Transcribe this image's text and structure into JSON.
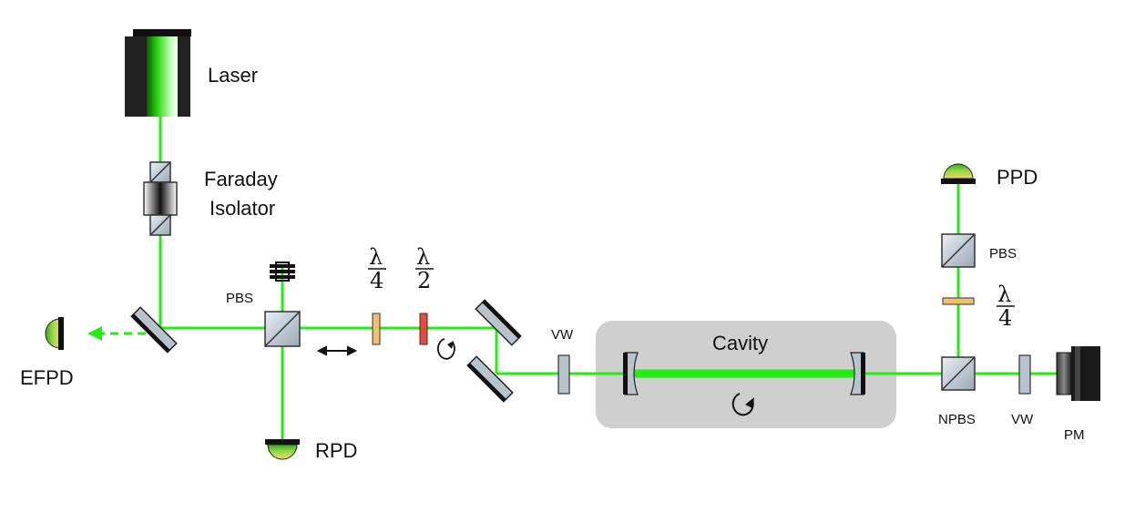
{
  "diagram": {
    "labels": {
      "laser": "Laser",
      "faraday_line1": "Faraday",
      "faraday_line2": "Isolator",
      "efpd": "EFPD",
      "pbs_left": "PBS",
      "rpd": "RPD",
      "lambda4_num": "λ",
      "lambda4_den": "4",
      "lambda2_num": "λ",
      "lambda2_den": "2",
      "vw_left": "VW",
      "cavity": "Cavity",
      "ppd": "PPD",
      "pbs_right": "PBS",
      "lambda4r_num": "λ",
      "lambda4r_den": "4",
      "npbs": "NPBS",
      "vw_right": "VW",
      "pm": "PM"
    },
    "colors": {
      "beam": "#22ee11",
      "cavity_box": "#cfcfcf",
      "optic_gray": "#b9c3cc",
      "qwp": "#f3c070",
      "hwp": "#e84a3c",
      "detector_green": "#7fcf3a"
    }
  }
}
